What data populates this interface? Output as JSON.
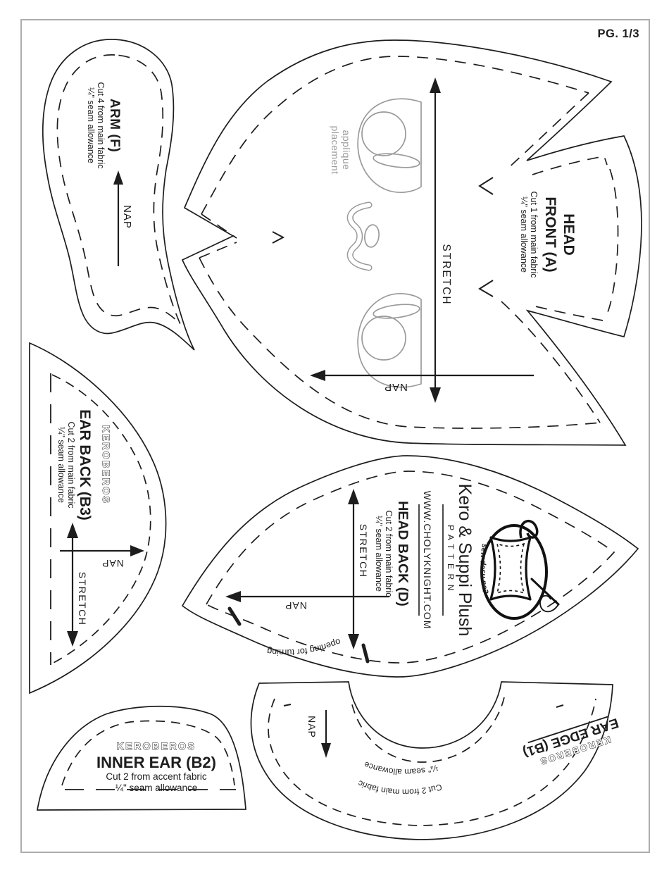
{
  "page": {
    "number": "PG. 1/3"
  },
  "colors": {
    "line": "#1d1d1d",
    "gray_art": "#9a9a9a",
    "border": "#adadad",
    "page_num": "#8d8d8d"
  },
  "pieces": {
    "arm": {
      "title": "ARM (F)",
      "cut": "Cut 4 from main fabric",
      "seam": "¼\" seam allowance",
      "nap": "NAP"
    },
    "head_front": {
      "title_line1": "HEAD",
      "title_line2": "FRONT (A)",
      "cut": "Cut 1 from main fabric",
      "seam": "¼\" seam allowance",
      "stretch": "STRETCH",
      "nap": "NAP",
      "applique_line1": "applique",
      "applique_line2": "placement"
    },
    "ear_back": {
      "brand": "KEROBEROS",
      "title": "EAR BACK (B3)",
      "cut": "Cut 2 from main fabric",
      "seam": "¼\" seam allowance",
      "stretch": "STRETCH",
      "nap": "NAP"
    },
    "head_back": {
      "brand_title": "Kero & Suppi Plush",
      "brand_sub": "PATTERN",
      "brand_url": "WWW.CHOLYKNIGHT.COM",
      "title": "HEAD BACK (D)",
      "cut": "Cut 2 from main fabric",
      "seam": "¼\" seam allowance",
      "stretch": "STRETCH",
      "nap": "NAP",
      "opening": "opening for turning",
      "logo_caption": "sew desu ne?"
    },
    "inner_ear": {
      "brand": "KEROBEROS",
      "title": "INNER EAR (B2)",
      "cut": "Cut 2 from accent fabric",
      "seam": "¼\" seam allowance"
    },
    "ear_edge": {
      "brand": "KEROBEROS",
      "title": "EAR EDGE (B1)",
      "cut": "Cut 2 from main fabric",
      "seam": "¼\" seam allowance",
      "nap": "NAP"
    }
  }
}
